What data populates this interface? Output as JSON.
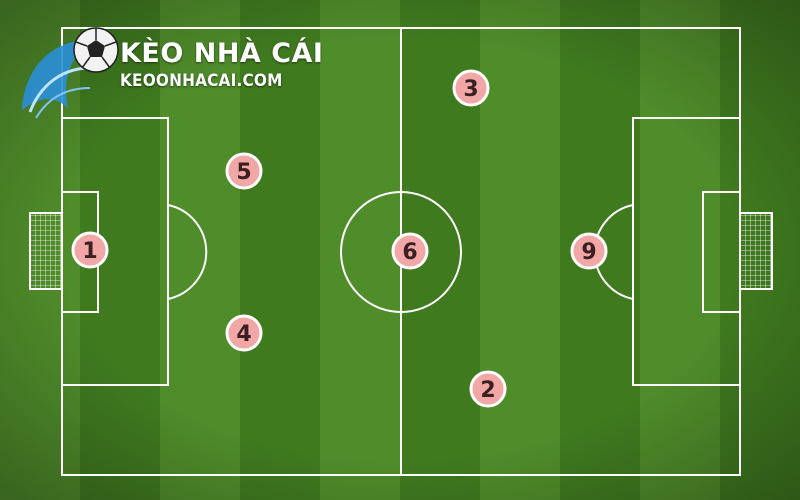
{
  "logo": {
    "title": "KÈO NHÀ CÁI",
    "url": "KEOONHACAI.COM",
    "icon": "soccer-ball-swoosh-icon"
  },
  "pitch": {
    "colors": {
      "grass_light": "#4f8c2a",
      "grass_dark": "#3f7a1f",
      "lines": "#ffffff"
    }
  },
  "players": [
    {
      "number": "1"
    },
    {
      "number": "5"
    },
    {
      "number": "4"
    },
    {
      "number": "3"
    },
    {
      "number": "6"
    },
    {
      "number": "2"
    },
    {
      "number": "9"
    }
  ],
  "marker_colors": {
    "fill": "#f2a7a7",
    "ring": "#ffffff",
    "text": "#3a2020"
  }
}
